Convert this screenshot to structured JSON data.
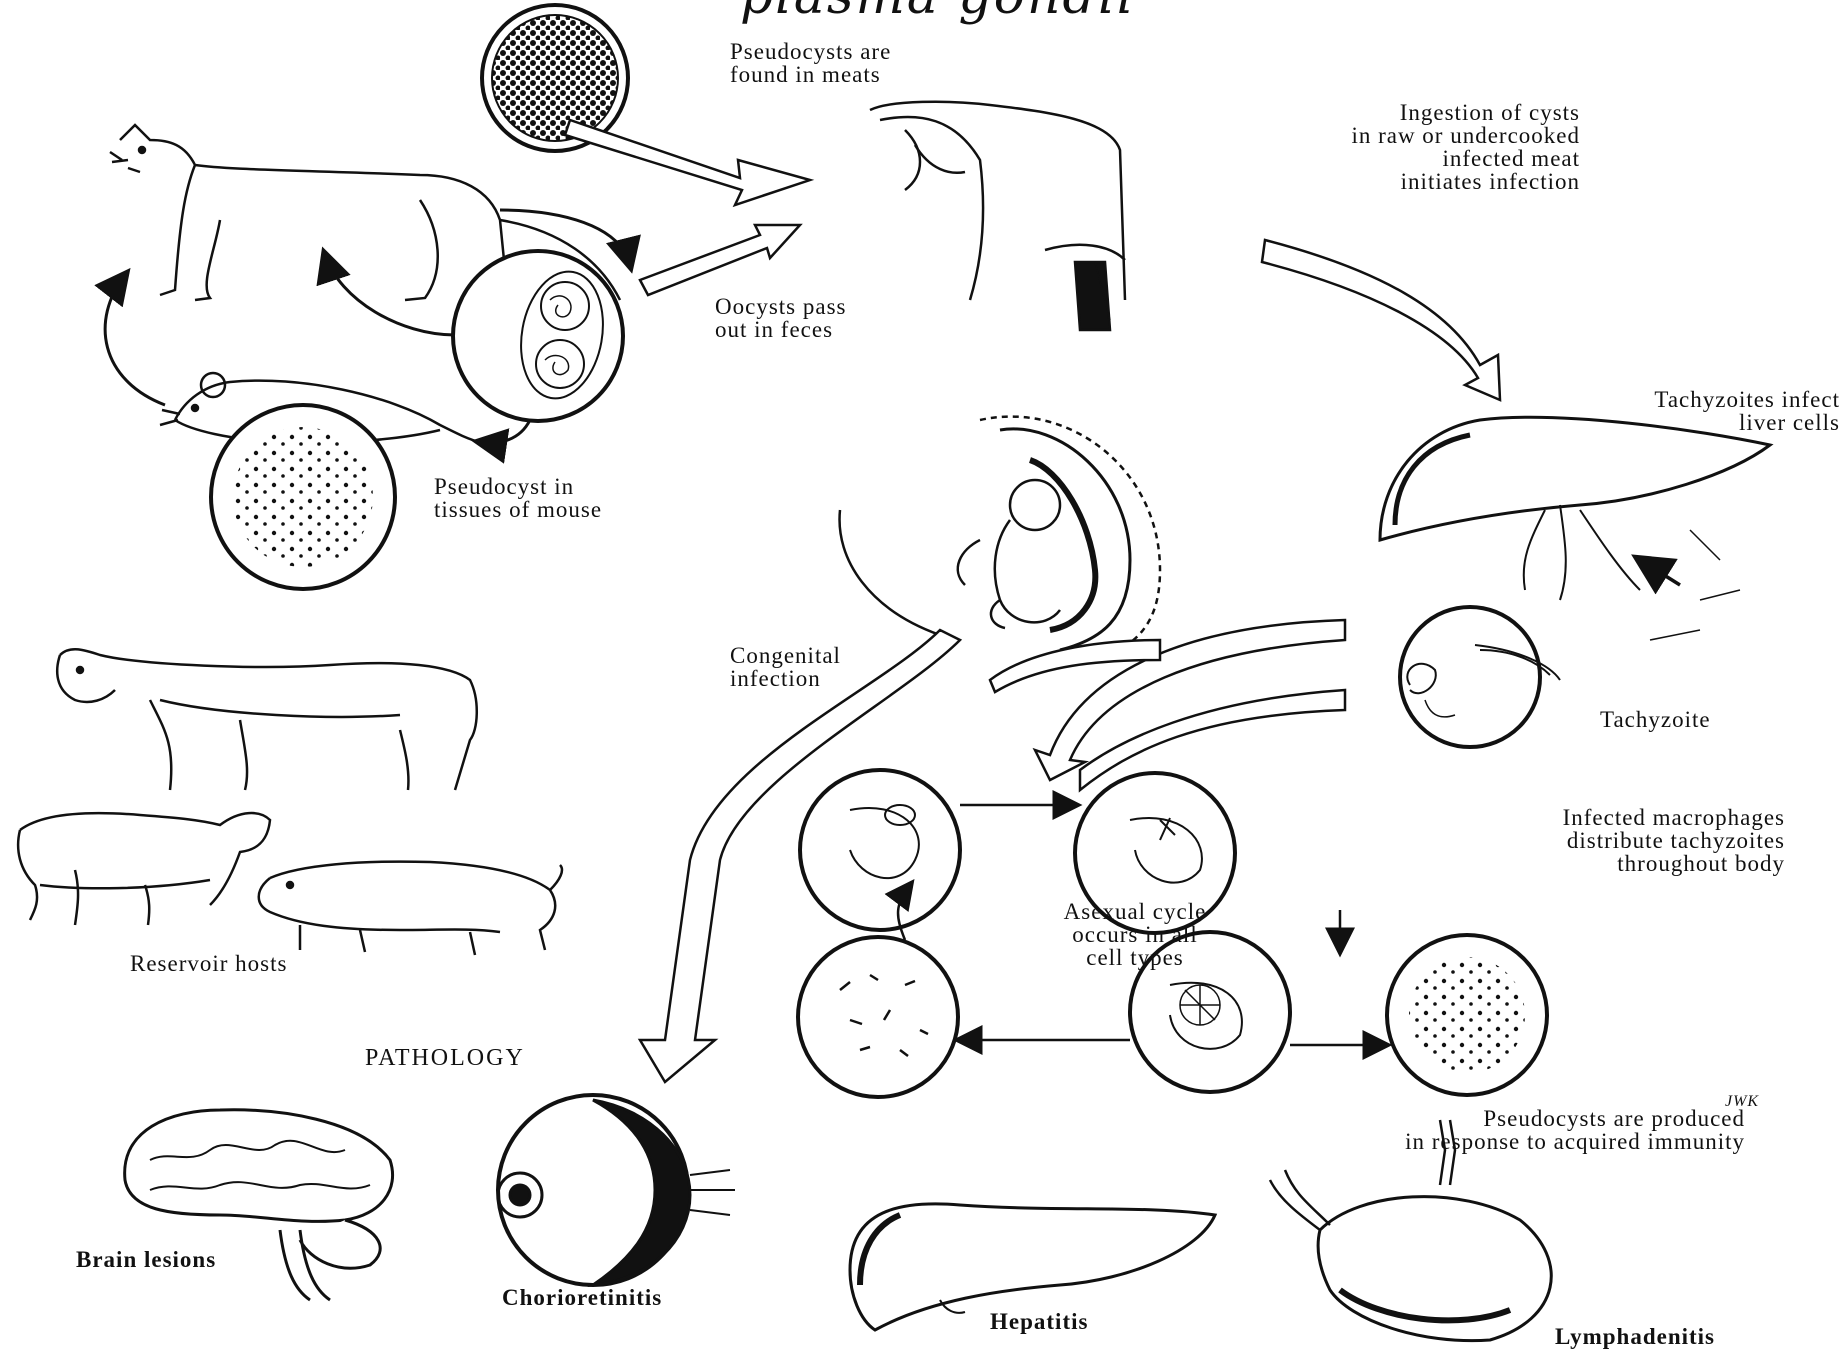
{
  "title": "plasma gondii",
  "labels": {
    "pseudocysts_meats": "Pseudocysts are\nfound in meats",
    "ingestion": "Ingestion of cysts\nin raw or undercooked\ninfected meat\ninitiates infection",
    "oocysts": "Oocysts pass\nout in feces",
    "tachyzoites_liver": "Tachyzoites infect\nliver cells",
    "pseudocyst_mouse": "Pseudocyst in\ntissues of mouse",
    "congenital": "Congenital\ninfection",
    "tachyzoite": "Tachyzoite",
    "macrophages": "Infected macrophages\ndistribute tachyzoites\nthroughout body",
    "asexual": "Asexual cycle\noccurs in all\ncell types",
    "reservoir": "Reservoir hosts",
    "pathology": "PATHOLOGY",
    "pseudocysts_immunity": "Pseudocysts are produced\nin response to acquired immunity",
    "signature": "JWK",
    "brain": "Brain lesions",
    "chorio": "Chorioretinitis",
    "hepatitis": "Hepatitis",
    "lymph": "Lymphadenitis"
  }
}
